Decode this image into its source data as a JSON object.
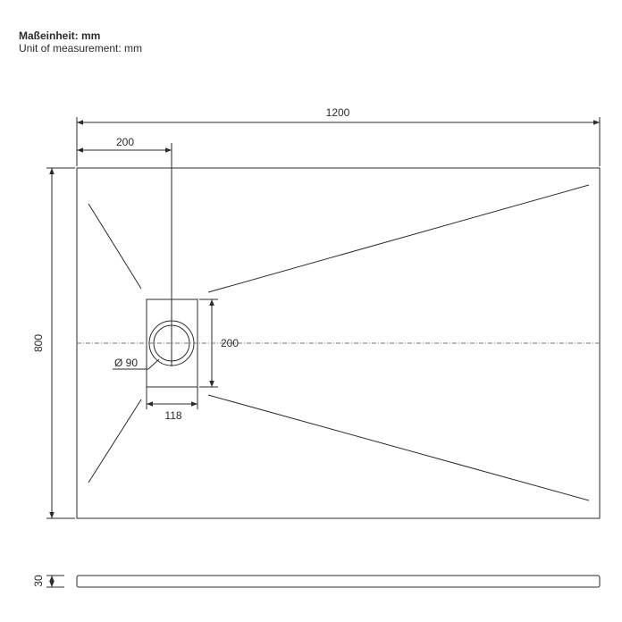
{
  "header": {
    "title_de": "Maßeinheit: mm",
    "title_en": "Unit of measurement: mm"
  },
  "dimensions": {
    "width": "1200",
    "drain_offset": "200",
    "height": "800",
    "drain_height": "200",
    "drain_width": "118",
    "drain_diameter": "Ø 90",
    "thickness": "30"
  },
  "colors": {
    "line": "#2b2b2b",
    "centerline": "#777777"
  }
}
